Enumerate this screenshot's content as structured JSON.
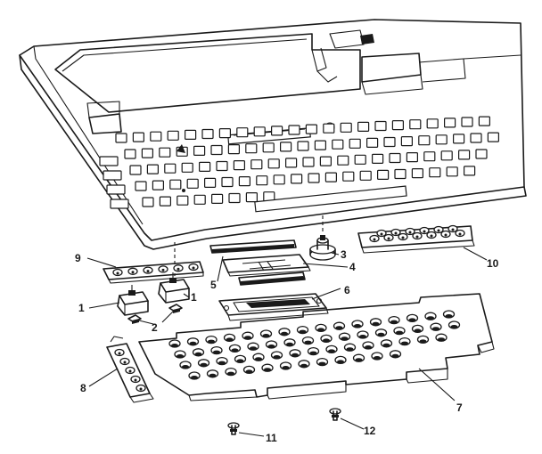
{
  "diagram": {
    "ink_color": "#1a1a1a",
    "background": "#ffffff",
    "callouts": [
      {
        "id": "c1a",
        "label": "1"
      },
      {
        "id": "c1b",
        "label": "1"
      },
      {
        "id": "c2",
        "label": "2"
      },
      {
        "id": "c3",
        "label": "3"
      },
      {
        "id": "c4",
        "label": "4"
      },
      {
        "id": "c5",
        "label": "5"
      },
      {
        "id": "c6",
        "label": "6"
      },
      {
        "id": "c7",
        "label": "7"
      },
      {
        "id": "c8",
        "label": "8"
      },
      {
        "id": "c9",
        "label": "9"
      },
      {
        "id": "c10",
        "label": "10"
      },
      {
        "id": "c11",
        "label": "11"
      },
      {
        "id": "c12",
        "label": "12"
      }
    ]
  }
}
